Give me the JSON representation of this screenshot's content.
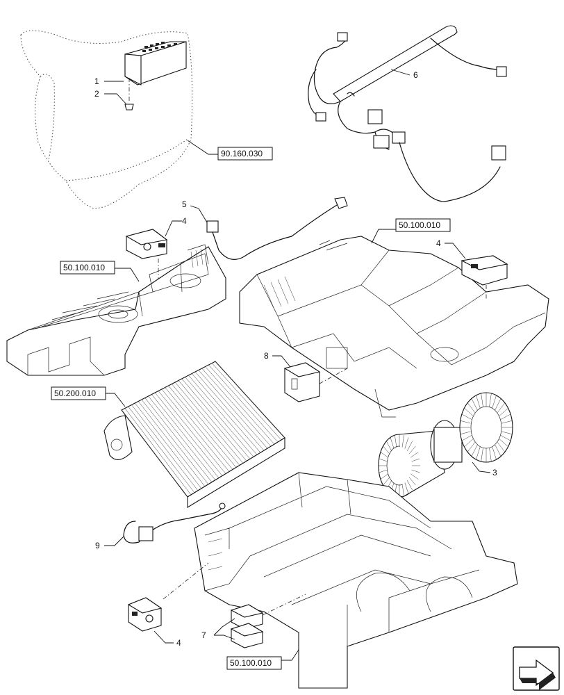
{
  "callouts": {
    "c1": "1",
    "c2": "2",
    "c3": "3",
    "c4a": "4",
    "c4b": "4",
    "c4c": "4",
    "c5": "5",
    "c6": "6",
    "c7": "7",
    "c8": "8",
    "c9": "9"
  },
  "references": {
    "r1": "90.160.030",
    "r2": "50.100.010",
    "r3": "50.100.010",
    "r4": "50.200.010",
    "r5": "50.100.010"
  },
  "icons": {
    "nav": "arrow-next-page-icon"
  }
}
